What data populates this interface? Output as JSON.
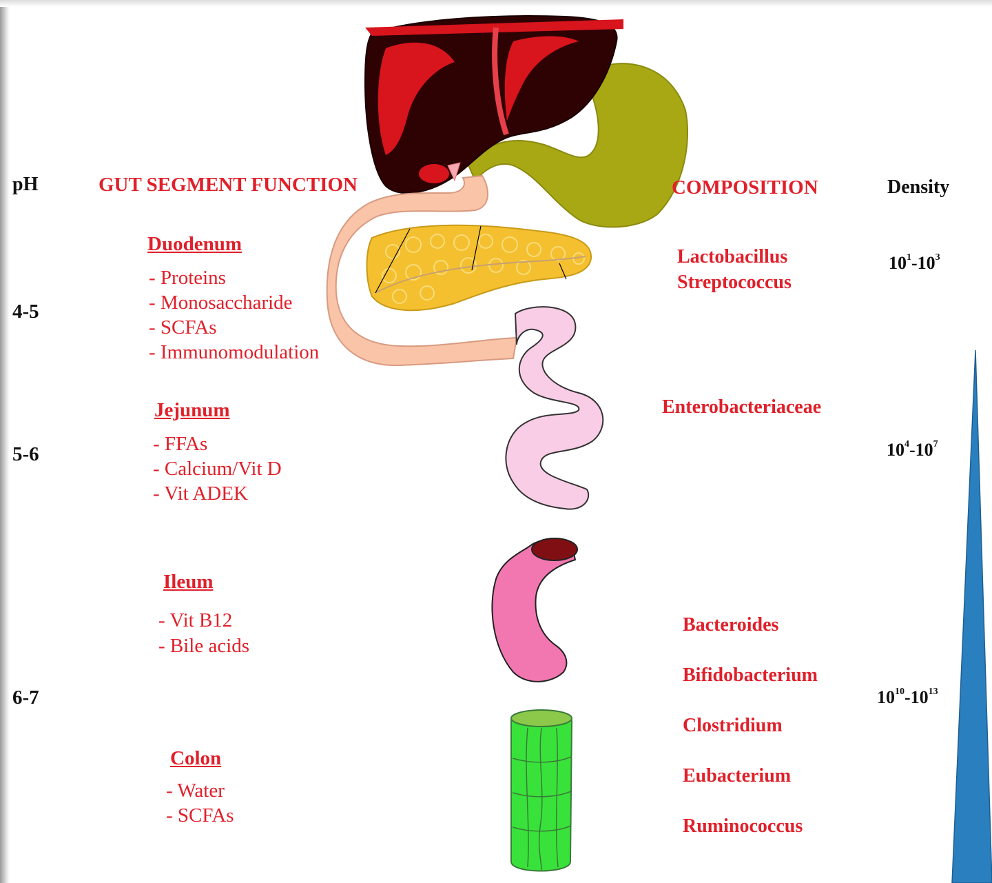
{
  "headers": {
    "ph": "pH",
    "function": "GUT SEGMENT FUNCTION",
    "composition": "COMPOSITION",
    "density": "Density"
  },
  "ph_values": [
    "4-5",
    "5-6",
    "6-7"
  ],
  "segments": [
    {
      "name": "Duodenum",
      "functions": [
        "- Proteins",
        "- Monosaccharide",
        "- SCFAs",
        "- Immunomodulation"
      ]
    },
    {
      "name": "Jejunum",
      "functions": [
        "- FFAs",
        "- Calcium/Vit D",
        "- Vit ADEK"
      ]
    },
    {
      "name": "Ileum",
      "functions": [
        "- Vit B12",
        "- Bile acids"
      ]
    },
    {
      "name": "Colon",
      "functions": [
        "- Water",
        "- SCFAs"
      ]
    }
  ],
  "composition": [
    "Lactobacillus",
    "Streptococcus",
    "Enterobacteriaceae",
    "Bacteroides",
    "Bifidobacterium",
    "Clostridium",
    "Eubacterium",
    "Ruminococcus"
  ],
  "density": [
    {
      "base1": "10",
      "exp1": "1",
      "sep": "-",
      "base2": "10",
      "exp2": "3"
    },
    {
      "base1": "10",
      "exp1": "4",
      "sep": "-",
      "base2": "10",
      "exp2": "7"
    },
    {
      "base1": "10",
      "exp1": "10",
      "sep": "-",
      "base2": "10",
      "exp2": "13"
    }
  ],
  "colors": {
    "label_red": "#e0202a",
    "liver_dark": "#2e0203",
    "liver_red": "#d8141c",
    "stomach": "#a8a814",
    "duodenum": "#f9c4a8",
    "pancreas": "#f4c030",
    "jejunum": "#f9cde6",
    "ileum": "#f277b0",
    "colon": "#39e23a",
    "density_triangle": "#2a7fbf"
  }
}
